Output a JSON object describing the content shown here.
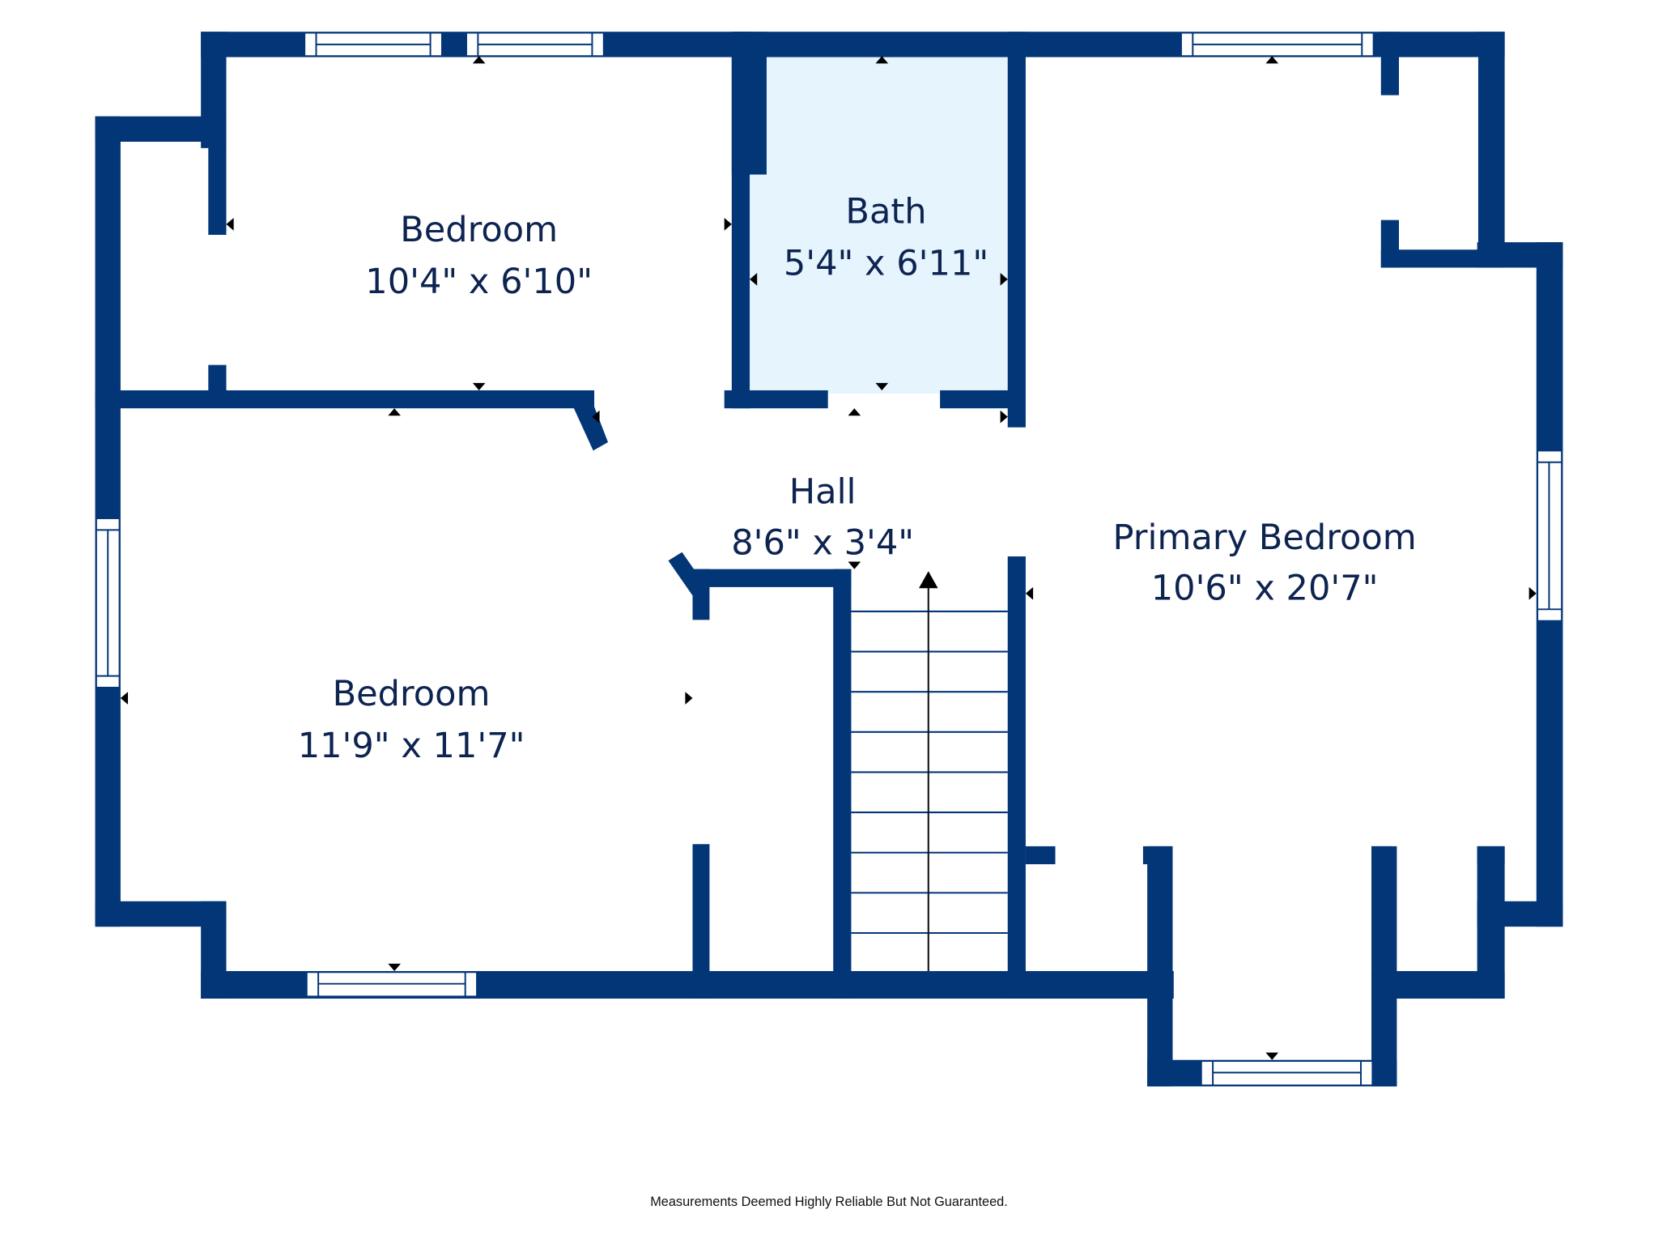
{
  "floorplan": {
    "colors": {
      "wall": "#033677",
      "bath_floor": "#e5f4fd",
      "label_text": "#0d2350",
      "background": "#ffffff"
    },
    "rooms": [
      {
        "id": "bedroom_top_left",
        "name": "Bedroom",
        "dimensions": "10'4\" x 6'10\""
      },
      {
        "id": "bath",
        "name": "Bath",
        "dimensions": "5'4\" x 6'11\""
      },
      {
        "id": "hall",
        "name": "Hall",
        "dimensions": "8'6\" x 3'4\""
      },
      {
        "id": "primary_bedroom",
        "name": "Primary Bedroom",
        "dimensions": "10'6\" x 20'7\""
      },
      {
        "id": "bedroom_bottom_left",
        "name": "Bedroom",
        "dimensions": "11'9\" x 11'7\""
      }
    ],
    "stairs": {
      "direction": "up",
      "step_count": 10
    },
    "footer": "Measurements Deemed Highly Reliable But Not Guaranteed."
  }
}
